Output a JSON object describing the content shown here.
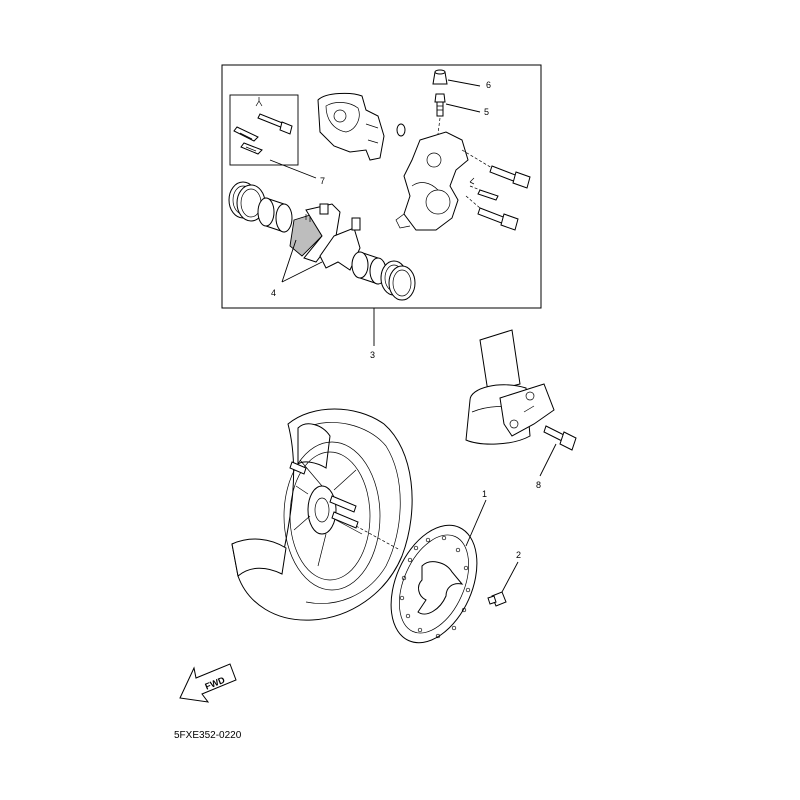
{
  "diagram": {
    "callouts": [
      {
        "id": "1",
        "text": "1"
      },
      {
        "id": "2",
        "text": "2"
      },
      {
        "id": "3",
        "text": "3"
      },
      {
        "id": "4",
        "text": "4"
      },
      {
        "id": "5",
        "text": "5"
      },
      {
        "id": "6",
        "text": "6"
      },
      {
        "id": "7",
        "text": "7"
      },
      {
        "id": "8",
        "text": "8"
      }
    ],
    "fwd_label": "FWD",
    "diagram_code": "5FXE352-0220"
  }
}
